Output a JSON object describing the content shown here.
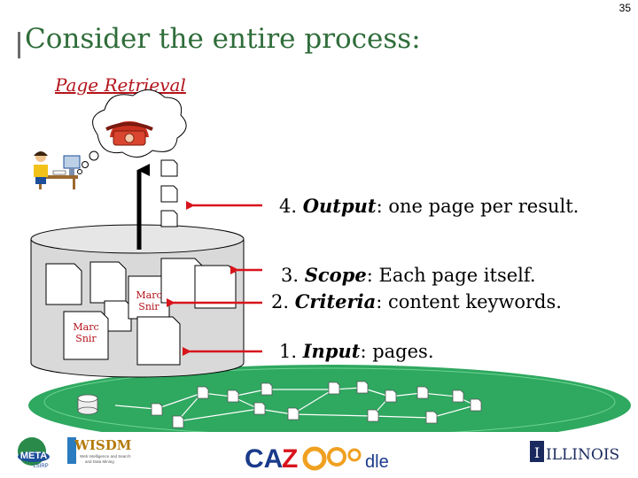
{
  "slide_number": "35",
  "title": "Consider the entire process:",
  "subtitle": "Page Retrieval",
  "labels": {
    "output_num": "4. ",
    "output_term": "Output",
    "output_rest": ": one page per result.",
    "scope_num": "3. ",
    "scope_term": "Scope",
    "scope_rest": ": Each page itself.",
    "criteria_num": "2. ",
    "criteria_term": "Criteria",
    "criteria_rest": ": content keywords.",
    "input_num": "1. ",
    "input_term": "Input",
    "input_rest": ": pages."
  },
  "doc_text": {
    "line1": "Marc",
    "line2": "Snir"
  },
  "logos": {
    "meta_top": "META",
    "meta_bottom": "LSIRP",
    "wisdm": "WISDM",
    "wisdm_sub1": "Web Intelligence and Search",
    "wisdm_sub2": "and Data Mining",
    "cazoodle_ca": "CA",
    "cazoodle_z": "Z",
    "cazoodle_dle": "dle",
    "illinois": "ILLINOIS",
    "illinois_i": "I"
  },
  "colors": {
    "title": "#2f6d3a",
    "subtitle": "#b4141c",
    "arrow": "#d8141c",
    "globe": "#2fa860",
    "cylinder": "#d9d9d9"
  }
}
